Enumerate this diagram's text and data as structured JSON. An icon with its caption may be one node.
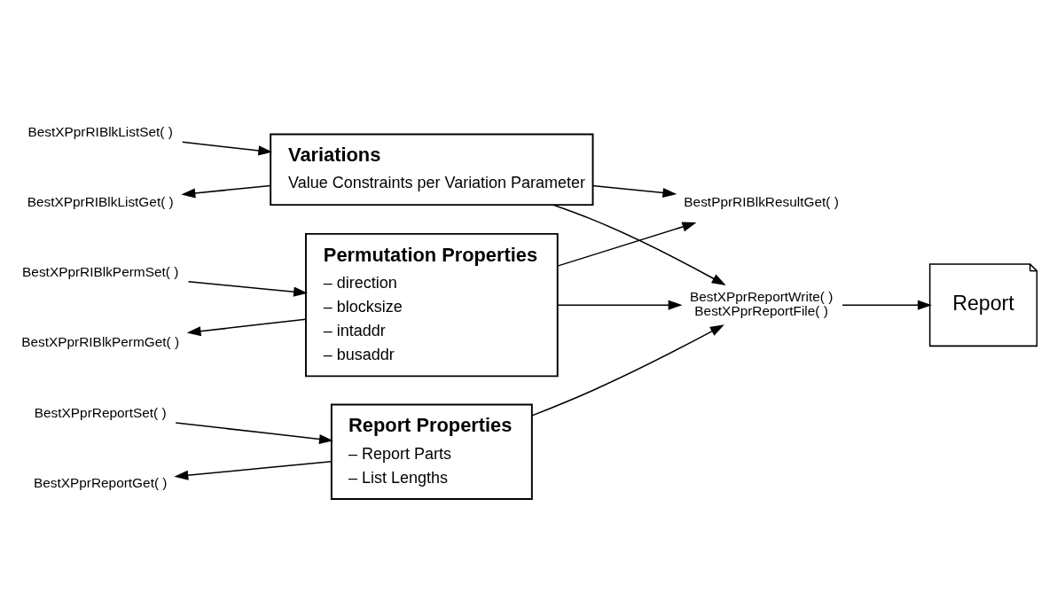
{
  "diagram": {
    "nodes": [
      {
        "text": [
          "Permutation Properties",
          "– direction",
          "– blocksize",
          "– intaddr",
          "– busaddr"
        ]
      },
      {
        "text": [
          "Variations",
          "Value Constraints per Variation Parameter"
        ]
      },
      {
        "text": [
          "Report Properties",
          "– Report Parts",
          "– List Lengths"
        ]
      },
      {
        "text": [
          "BestXPprRIBlkPermSet( )"
        ]
      },
      {
        "text": [
          "BestXPprRIBlkPermGet( )"
        ]
      },
      {
        "text": [
          "BestXPprRIBlkListSet( )"
        ]
      },
      {
        "text": [
          "BestXPprRIBlkListGet( )"
        ]
      },
      {
        "text": [
          "BestXPprReportSet( )"
        ]
      },
      {
        "text": [
          "BestXPprReportGet( )"
        ]
      },
      {
        "text": [
          "BestPprRIBlkResultGet( )"
        ]
      },
      {
        "text": [
          "BestXPprReportWrite( )",
          "BestXPprReportFile( )"
        ]
      },
      {
        "text": [
          "Report"
        ]
      }
    ],
    "edges": [
      {
        "from": 3,
        "to": 0,
        "arrow": "to"
      },
      {
        "from": 0,
        "to": 4,
        "arrow": "to"
      },
      {
        "from": 5,
        "to": 1,
        "arrow": "to"
      },
      {
        "from": 1,
        "to": 6,
        "arrow": "to"
      },
      {
        "from": 7,
        "to": 2,
        "arrow": "to"
      },
      {
        "from": 2,
        "to": 8,
        "arrow": "to"
      },
      {
        "from": 0,
        "to": 9,
        "arrow": "to"
      },
      {
        "from": 0,
        "to": 10,
        "arrow": "to"
      },
      {
        "from": 1,
        "to": 9,
        "arrow": "to"
      },
      {
        "from": 1,
        "to": 10,
        "arrow": "to"
      },
      {
        "from": 2,
        "to": 10,
        "arrow": "to"
      },
      {
        "from": 10,
        "to": 11,
        "arrow": "to"
      }
    ]
  }
}
